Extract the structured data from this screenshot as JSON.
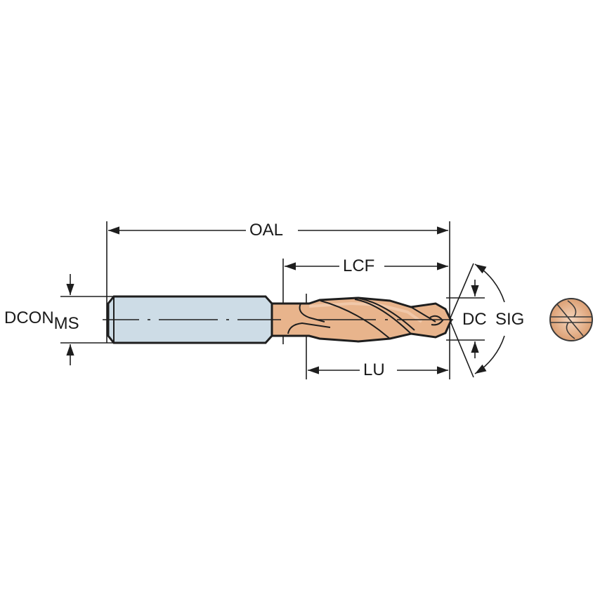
{
  "diagram": {
    "subject": "solid carbide drill with cylindrical shank",
    "labels": {
      "oal": "OAL",
      "lcf": "LCF",
      "lu": "LU",
      "dc": "DC",
      "sig": "SIG",
      "dcon": "DCON",
      "dcon_subscript": "MS"
    },
    "colors": {
      "shank_fill": "#cddce6",
      "body_fill": "#e8b48c",
      "body_highlight": "#f3cdb0",
      "outline": "#1e1e1e",
      "background": "#ffffff"
    }
  }
}
